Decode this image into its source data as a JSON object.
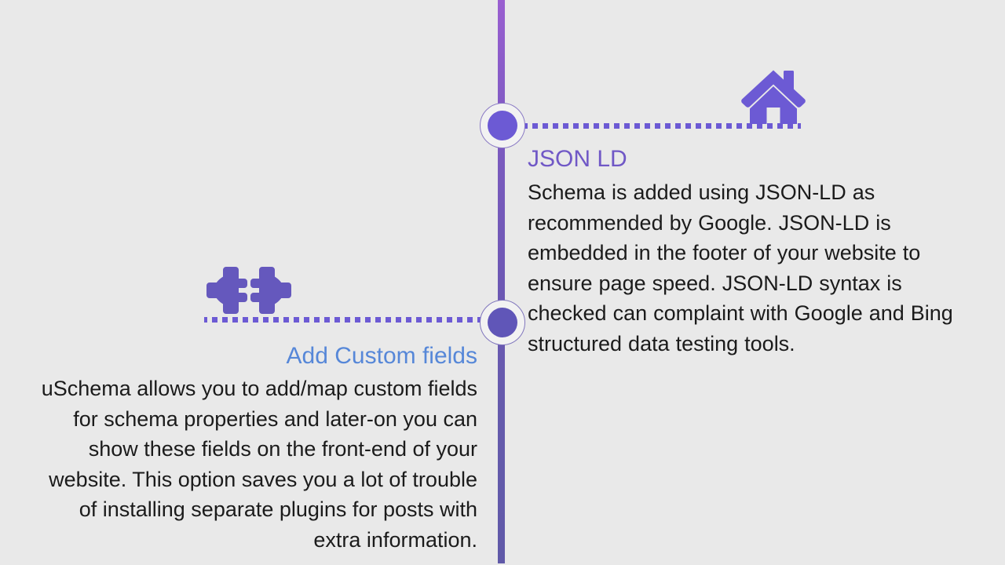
{
  "slide": {
    "background_color": "#e9e9e9",
    "timeline": {
      "spine_color_top": "#9a5fd0",
      "spine_color_bottom": "#6059a8",
      "node_fill_color": "#6c5ad4",
      "node_ring_color": "#f2f2f2",
      "dotted_line_color": "#6c5ad4"
    }
  },
  "items": [
    {
      "id": "json-ld",
      "icon": "home-icon",
      "heading": "JSON LD",
      "heading_color": "#7058c6",
      "body": "Schema is added using JSON-LD as recommended by Google. JSON-LD is embedded in the footer of your website to ensure page speed. JSON-LD syntax is checked can complaint with Google and Bing structured data testing tools.",
      "side": "right"
    },
    {
      "id": "add-custom-fields",
      "icon": "plugin-icon",
      "heading": "Add Custom fields",
      "heading_color": "#5687d8",
      "body": "uSchema allows you to add/map custom fields for schema properties and later-on you can show these fields on the front-end of your website. This option saves you a lot of trouble of installing separate plugins for posts with extra information.",
      "side": "left"
    }
  ]
}
